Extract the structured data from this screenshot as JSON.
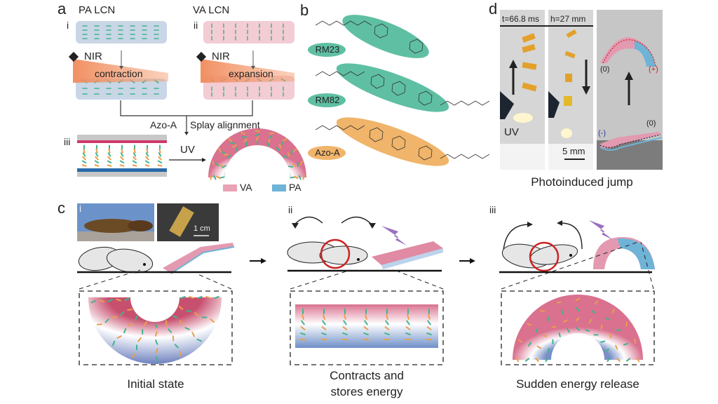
{
  "panel_a": {
    "letter": "a",
    "title_left": "PA LCN",
    "title_right": "VA LCN",
    "sub_i": "i",
    "sub_ii": "ii",
    "sub_iii": "iii",
    "nir_left": "NIR",
    "nir_right": "NIR",
    "contraction": "contraction",
    "expansion": "expansion",
    "azo_label": "Azo-A",
    "splay_label": "Splay alignment",
    "uv_label": "UV",
    "legend": [
      {
        "label": "VA",
        "color": "#e9a3b6"
      },
      {
        "label": "PA",
        "color": "#6fb3d6"
      }
    ]
  },
  "panel_b": {
    "letter": "b",
    "molecules": [
      {
        "name": "RM23",
        "color": "#5fbfa3"
      },
      {
        "name": "RM82",
        "color": "#5fbfa3"
      },
      {
        "name": "Azo-A",
        "color": "#f0b46a"
      }
    ]
  },
  "panel_d": {
    "letter": "d",
    "time_label": "t=66.8 ms",
    "height_label": "h=27 mm",
    "uv_label": "UV",
    "scale_label": "5 mm",
    "charge_zero_top": "(0)",
    "charge_plus": "(+)",
    "charge_minus": "(-)",
    "charge_zero_bottom": "(0)",
    "caption": "Photoinduced jump"
  },
  "panel_c": {
    "letter": "c",
    "sub_i": "i",
    "sub_ii": "ii",
    "sub_iii": "iii",
    "scale_label": "1 cm",
    "caption_i": "Initial state",
    "caption_ii_line1": "Contracts and",
    "caption_ii_line2": "stores energy",
    "caption_iii": "Sudden energy release"
  },
  "colors": {
    "green_mesogen": "#3fb58f",
    "orange_mesogen": "#e8a04a",
    "pink": "#d9718f",
    "blue": "#6f8fc7",
    "red_circle": "#cc2222",
    "lightning": "#9b6fc3"
  }
}
